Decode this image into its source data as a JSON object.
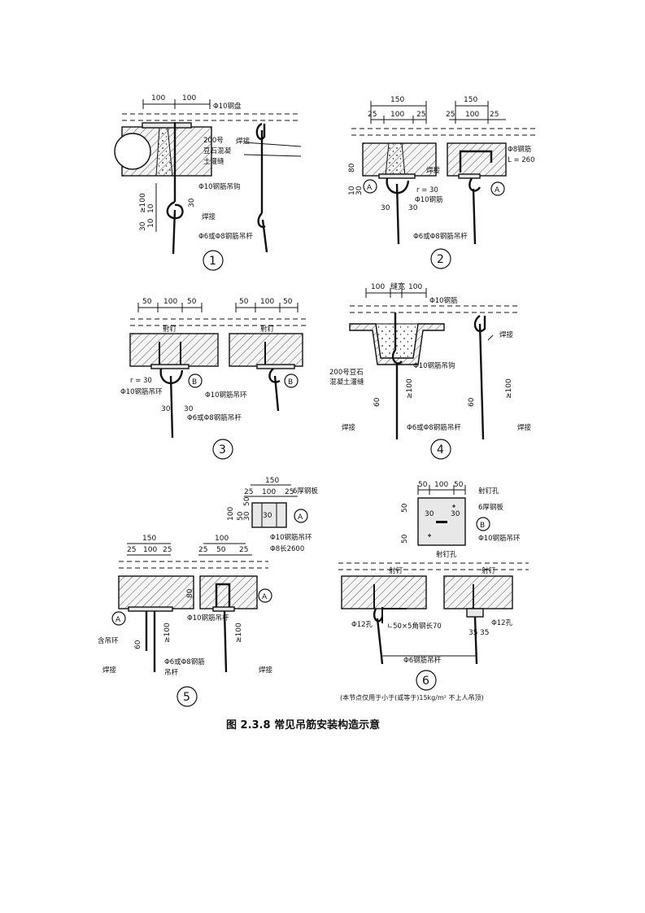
{
  "caption": "图 2.3.8   常见吊筋安装构造示意",
  "note6": "(本节点仅用于小于(或等于)15kg/m² 不上人吊顶)",
  "details": [
    {
      "number": "1",
      "dims": [
        "100",
        "100",
        "≥100",
        "10",
        "30",
        "10",
        "30"
      ],
      "labels": [
        "Φ10钢盘",
        "200号",
        "豆石混凝",
        "土灌缝",
        "焊接",
        "Φ10钢筋吊钩",
        "焊接",
        "Φ6或Φ8钢筋吊杆"
      ]
    },
    {
      "number": "2",
      "dims": [
        "150",
        "25",
        "100",
        "25",
        "150",
        "25",
        "100",
        "25",
        "80",
        "10",
        "30",
        "30",
        "30"
      ],
      "labels": [
        "焊接",
        "r = 30",
        "Φ10钢筋",
        "Φ6或Φ8钢筋吊杆",
        "Φ8钢筋",
        "L = 260"
      ],
      "markers": [
        "A",
        "A"
      ]
    },
    {
      "number": "3",
      "dims": [
        "50",
        "100",
        "50",
        "50",
        "100",
        "50",
        "30",
        "30"
      ],
      "labels": [
        "射钉",
        "射钉",
        "r = 30",
        "Φ10钢筋吊环",
        "Φ10钢筋吊环",
        "Φ6或Φ8钢筋吊杆"
      ],
      "markers": [
        "B",
        "B"
      ]
    },
    {
      "number": "4",
      "dims": [
        "100",
        "缝宽",
        "100",
        "60",
        "≥100",
        "60",
        "≥100"
      ],
      "labels": [
        "Φ10钢筋",
        "焊接",
        "Φ10钢筋吊钩",
        "200号豆石",
        "混凝土灌缝",
        "焊接",
        "Φ6或Φ8钢筋吊杆",
        "焊接"
      ]
    },
    {
      "number": "5",
      "dims": [
        "150",
        "25",
        "100",
        "25",
        "30",
        "100",
        "50",
        "30",
        "50",
        "150",
        "25",
        "100",
        "25",
        "100",
        "25",
        "50",
        "25",
        "80",
        "60",
        "≥100",
        "≥100"
      ],
      "labels": [
        "6厚钢板",
        "Φ10钢筋吊环",
        "Φ8长2600",
        "Φ10钢筋吊杆",
        "含吊环",
        "焊接",
        "Φ6或Φ8钢筋",
        "吊杆",
        "焊接"
      ],
      "markers": [
        "A",
        "A",
        "A"
      ]
    },
    {
      "number": "6",
      "dims": [
        "50",
        "100",
        "50",
        "30",
        "30",
        "50",
        "50",
        "35",
        "35"
      ],
      "labels": [
        "射钉孔",
        "6厚钢板",
        "Φ10钢筋吊环",
        "射钉孔",
        "射钉",
        "射钉",
        "Φ12孔",
        "∟50×5角钢长70",
        "Φ12孔",
        "Φ6钢筋吊杆"
      ],
      "markers": [
        "B"
      ]
    }
  ]
}
